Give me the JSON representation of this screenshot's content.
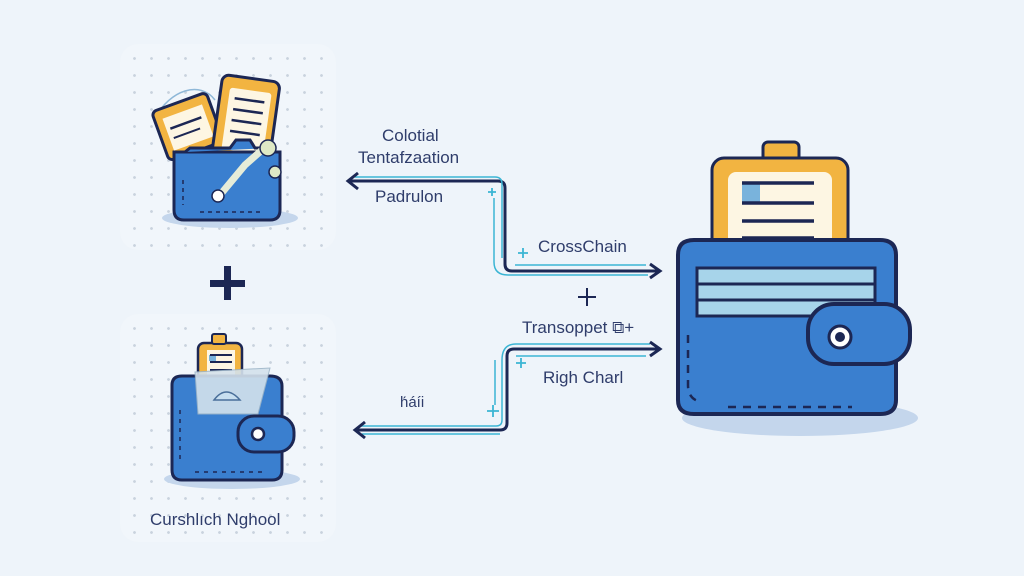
{
  "diagram": {
    "labels": {
      "top_line1": "Colotial",
      "top_line2": "Tentafzaation",
      "top_below": "Padrulon",
      "crosschain": "CrossChain",
      "middle_plus": "+",
      "transport": "Transoppet ⧉+",
      "right_chain": "Righ Charl",
      "bottom_left": "h́áíi",
      "bottom_caption": "Curshlıch Nghool"
    },
    "nodes": [
      {
        "id": "source-wallet-full",
        "icon": "wallet-with-documents-icon"
      },
      {
        "id": "source-wallet-document",
        "icon": "wallet-with-document-icon"
      },
      {
        "id": "target-wallet",
        "icon": "large-wallet-with-document-icon"
      }
    ],
    "connector": "plus-icon",
    "colors": {
      "background": "#eef4fa",
      "wallet_blue": "#3a7fcf",
      "outline": "#1c2754",
      "doc_orange": "#f2b441",
      "accent_teal": "#3bb5d4",
      "text": "#2f3d6b"
    }
  }
}
